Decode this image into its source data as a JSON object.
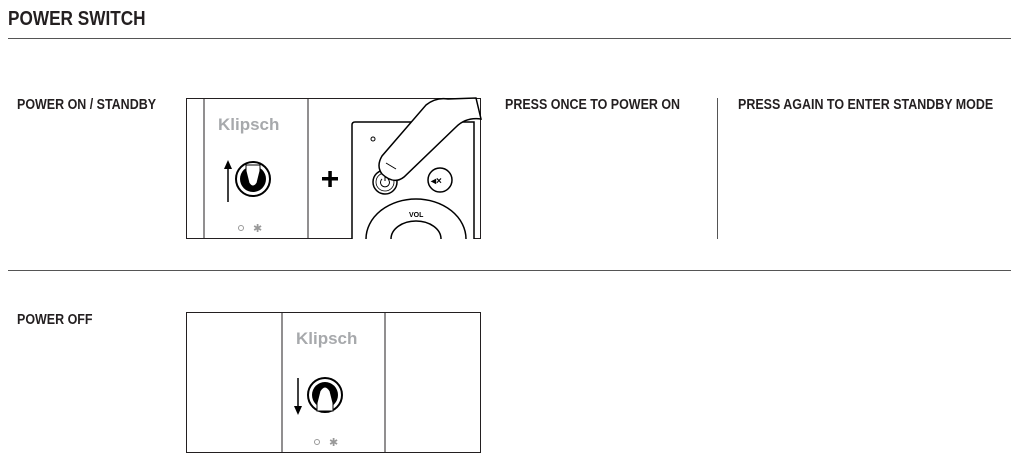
{
  "section_title": "POWER SWITCH",
  "power_on": {
    "label": "POWER ON / STANDBY",
    "step1": "PRESS ONCE TO POWER ON",
    "step2": "PRESS AGAIN TO ENTER STANDBY MODE",
    "brand": "Klipsch",
    "vol_label": "VOL"
  },
  "power_off": {
    "label": "POWER OFF",
    "brand": "Klipsch"
  }
}
